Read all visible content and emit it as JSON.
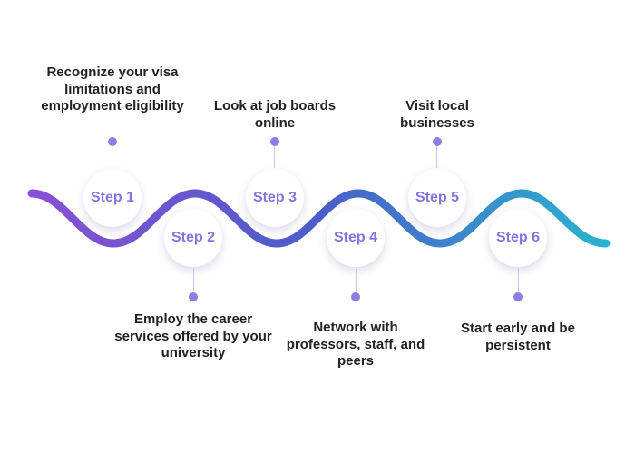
{
  "diagram": {
    "colors": {
      "wave_start": "#8a4fd6",
      "wave_mid": "#4a5ec9",
      "wave_end": "#29b3cf",
      "step_text": "#8277e0",
      "dot": "#8a80e4"
    },
    "steps": [
      {
        "label": "Step 1",
        "text": "Recognize your visa limitations and employment eligibility"
      },
      {
        "label": "Step 2",
        "text": "Employ the career services offered by your university"
      },
      {
        "label": "Step 3",
        "text": "Look at job boards online"
      },
      {
        "label": "Step 4",
        "text": "Network with professors, staff, and peers"
      },
      {
        "label": "Step 5",
        "text": "Visit local businesses"
      },
      {
        "label": "Step 6",
        "text": "Start early and be persistent"
      }
    ]
  }
}
